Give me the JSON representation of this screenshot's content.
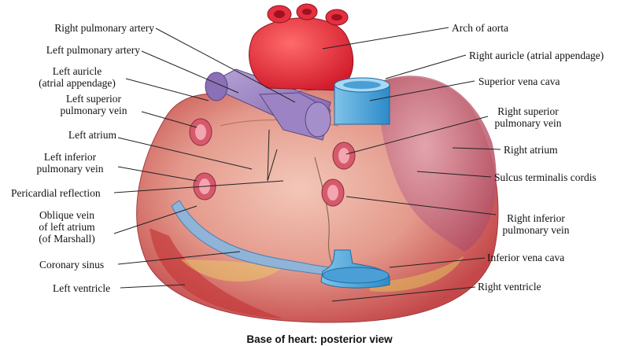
{
  "caption": "Base of heart: posterior view",
  "labels": {
    "right_pulmonary_artery": [
      "Right pulmonary artery"
    ],
    "left_pulmonary_artery": [
      "Left pulmonary artery"
    ],
    "left_auricle": [
      "Left auricle",
      "(atrial appendage)"
    ],
    "left_superior_pulmonary_vein": [
      "Left superior",
      "pulmonary vein"
    ],
    "left_atrium": [
      "Left atrium"
    ],
    "left_inferior_pulmonary_vein": [
      "Left inferior",
      "pulmonary vein"
    ],
    "pericardial_reflection": [
      "Pericardial reflection"
    ],
    "oblique_vein": [
      "Oblique vein",
      "of left atrium",
      "(of Marshall)"
    ],
    "coronary_sinus": [
      "Coronary sinus"
    ],
    "left_ventricle": [
      "Left ventricle"
    ],
    "arch_of_aorta": [
      "Arch of aorta"
    ],
    "right_auricle": [
      "Right auricle (atrial appendage)"
    ],
    "superior_vena_cava": [
      "Superior vena cava"
    ],
    "right_superior_pulmonary_vein": [
      "Right superior",
      "pulmonary vein"
    ],
    "right_atrium": [
      "Right atrium"
    ],
    "sulcus_terminalis": [
      "Sulcus terminalis cordis"
    ],
    "right_inferior_pulmonary_vein": [
      "Right inferior",
      "pulmonary vein"
    ],
    "inferior_vena_cava": [
      "Inferior vena cava"
    ],
    "right_ventricle": [
      "Right ventricle"
    ]
  }
}
